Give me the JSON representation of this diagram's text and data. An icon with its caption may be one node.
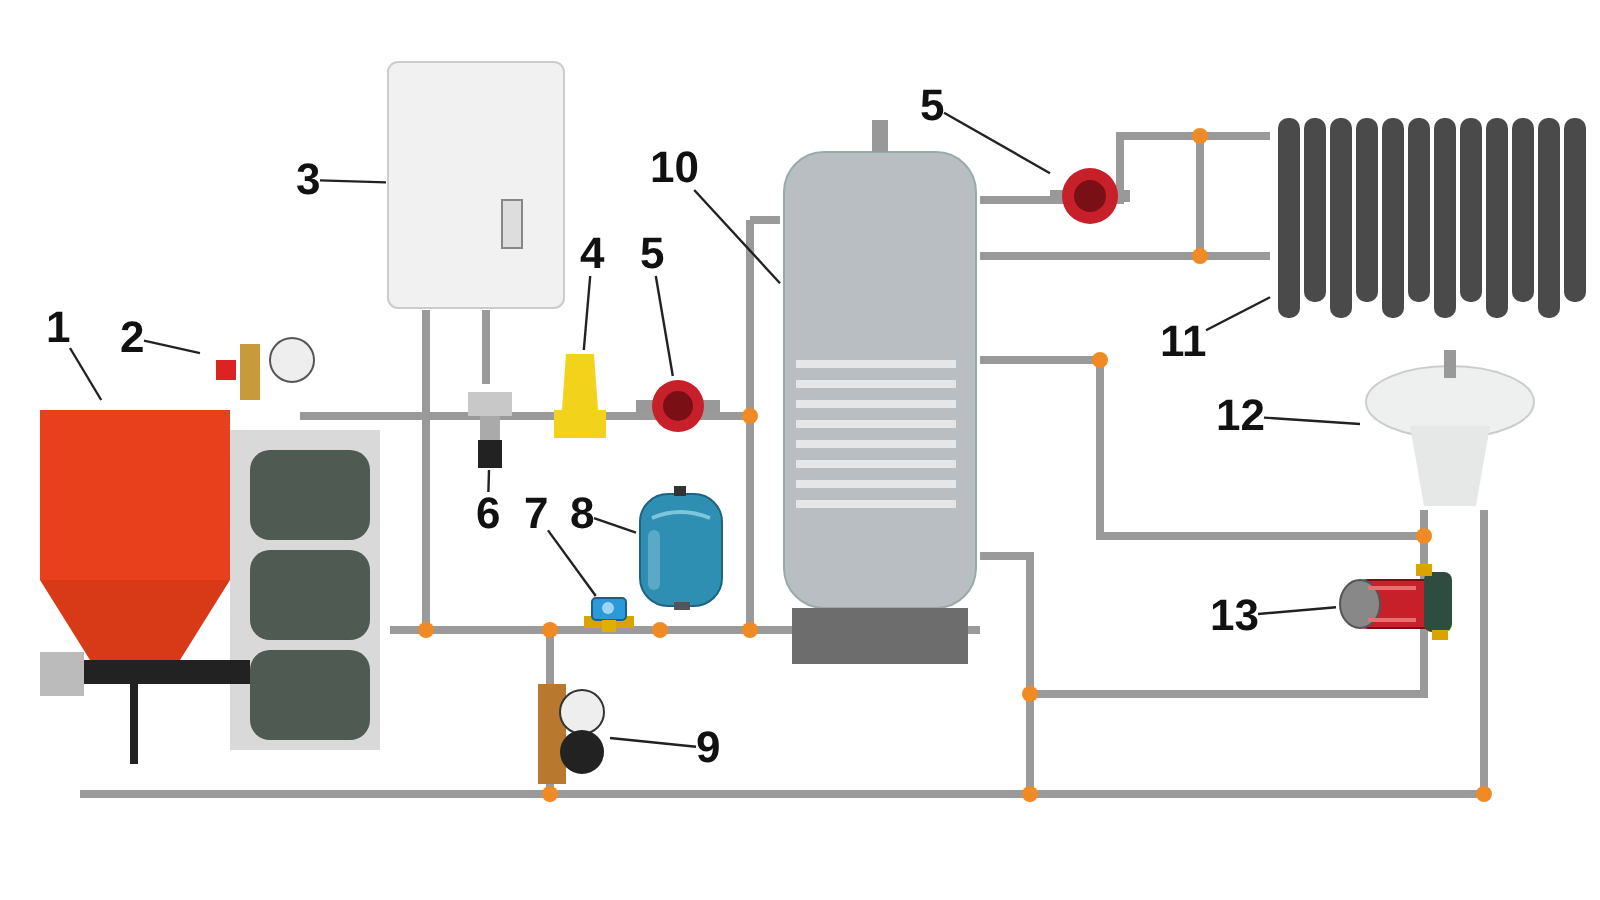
{
  "diagram": {
    "nodes": [
      {
        "text": [
          "1"
        ]
      },
      {
        "text": [],
        "shape": "picture"
      },
      {
        "text": [
          "2"
        ]
      },
      {
        "text": [],
        "shape": "picture"
      },
      {
        "text": [
          "3"
        ]
      },
      {
        "text": [],
        "shape": "picture"
      },
      {
        "text": [
          "4"
        ]
      },
      {
        "text": [],
        "shape": "picture"
      },
      {
        "text": [
          "5"
        ]
      },
      {
        "text": [],
        "shape": "picture"
      },
      {
        "text": [
          "6"
        ]
      },
      {
        "text": [],
        "shape": "picture"
      },
      {
        "text": [
          "7"
        ]
      },
      {
        "text": [],
        "shape": "picture"
      },
      {
        "text": [
          "8"
        ]
      },
      {
        "text": [],
        "shape": "picture"
      },
      {
        "text": [
          "9"
        ]
      },
      {
        "text": [],
        "shape": "picture"
      },
      {
        "text": [
          "10"
        ]
      },
      {
        "text": [],
        "shape": "picture"
      },
      {
        "text": [
          "5"
        ]
      },
      {
        "text": [],
        "shape": "picture"
      },
      {
        "text": [
          "11"
        ]
      },
      {
        "text": [],
        "shape": "picture"
      },
      {
        "text": [
          "12"
        ]
      },
      {
        "text": [],
        "shape": "picture"
      },
      {
        "text": [
          "13"
        ]
      },
      {
        "text": [],
        "shape": "picture"
      }
    ],
    "edges": [
      {
        "from": 0,
        "to": 1,
        "arrow": "none"
      },
      {
        "from": 2,
        "to": 3,
        "arrow": "none"
      },
      {
        "from": 4,
        "to": 5,
        "arrow": "none"
      },
      {
        "from": 6,
        "to": 7,
        "arrow": "none"
      },
      {
        "from": 8,
        "to": 9,
        "arrow": "none"
      },
      {
        "from": 10,
        "to": 11,
        "arrow": "none"
      },
      {
        "from": 12,
        "to": 13,
        "arrow": "none"
      },
      {
        "from": 14,
        "to": 15,
        "arrow": "none"
      },
      {
        "from": 16,
        "to": 17,
        "arrow": "none"
      },
      {
        "from": 18,
        "to": 19,
        "arrow": "none"
      },
      {
        "from": 20,
        "to": 21,
        "arrow": "none"
      },
      {
        "from": 22,
        "to": 23,
        "arrow": "none"
      },
      {
        "from": 24,
        "to": 25,
        "arrow": "none"
      },
      {
        "from": 26,
        "to": 27,
        "arrow": "none"
      }
    ]
  }
}
